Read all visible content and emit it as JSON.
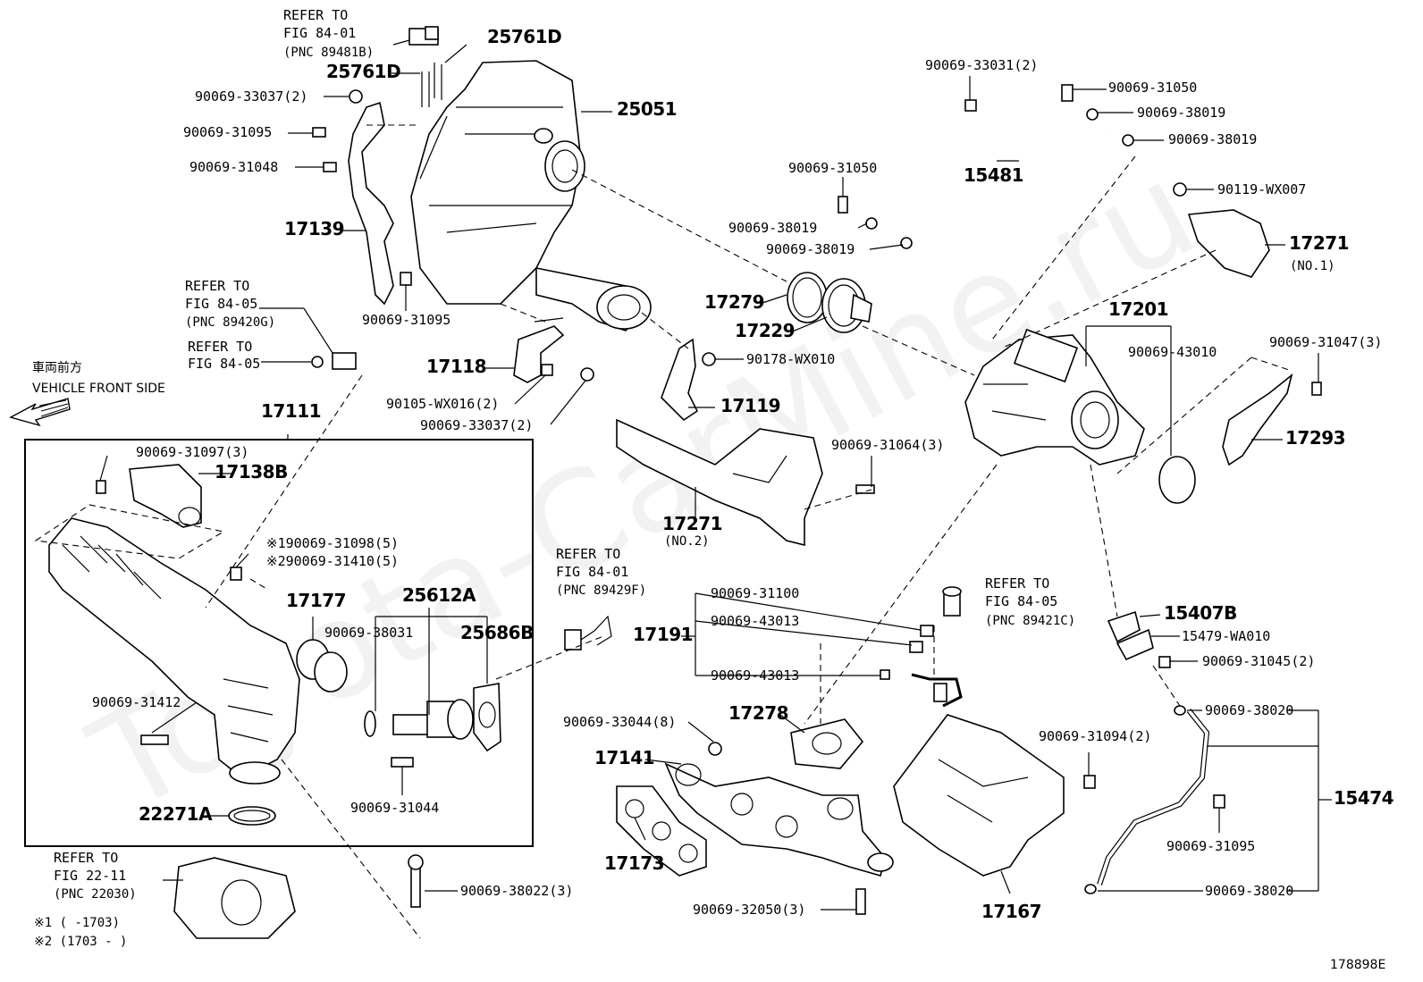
{
  "watermark": "Toyota-CarMine.ru",
  "figure_id": "178898E",
  "front_side": {
    "jp": "車両前方",
    "en": "VEHICLE FRONT SIDE"
  },
  "group_box_label": "17111",
  "refer_notes": {
    "r1": [
      "REFER TO",
      "FIG 84-01",
      "(PNC 89481B)"
    ],
    "r2": [
      "REFER TO",
      "FIG 84-05",
      "(PNC 89420G)"
    ],
    "r3": [
      "REFER TO",
      "FIG 84-05"
    ],
    "r4": [
      "REFER TO",
      "FIG 84-01",
      "(PNC 89429F)"
    ],
    "r5": [
      "REFER TO",
      "FIG 84-05",
      "(PNC 89421C)"
    ],
    "r6": [
      "REFER TO",
      "FIG 22-11",
      "(PNC 22030)"
    ]
  },
  "footnotes": [
    "※1 (      -1703)",
    "※2 (1703 -      )"
  ],
  "labels": {
    "p25761D_a": "25761D",
    "p25761D_b": "25761D",
    "p25051": "25051",
    "b33037_2a": "90069-33037(2)",
    "b31095a": "90069-31095",
    "b31048": "90069-31048",
    "p17139": "17139",
    "b31095b": "90069-31095",
    "p17118": "17118",
    "b90105": "90105-WX016(2)",
    "b33037_2b": "90069-33037(2)",
    "b33031": "90069-33031(2)",
    "p15481": "15481",
    "b31050a": "90069-31050",
    "b38019a": "90069-38019",
    "b38019b": "90069-38019",
    "b31050b": "90069-31050",
    "b38019c": "90069-38019",
    "b38019d": "90069-38019",
    "b90119": "90119-WX007",
    "p17271_1": "17271",
    "p17271_1n": "(NO.1)",
    "p17279": "17279",
    "p17229": "17229",
    "b90178": "90178-WX010",
    "p17119": "17119",
    "p17201": "17201",
    "b43010": "90069-43010",
    "b31047": "90069-31047(3)",
    "p17293": "17293",
    "b31064": "90069-31064(3)",
    "p17271_2": "17271",
    "p17271_2n": "(NO.2)",
    "b31097": "90069-31097(3)",
    "p17138B": "17138B",
    "b31098": "※190069-31098(5)",
    "b31410": "※290069-31410(5)",
    "p17177": "17177",
    "p25612A": "25612A",
    "b38031": "90069-38031",
    "p25686B": "25686B",
    "b31412": "90069-31412",
    "b31044": "90069-31044",
    "p22271A": "22271A",
    "b38022": "90069-38022(3)",
    "b31100": "90069-31100",
    "b43013a": "90069-43013",
    "b43013b": "90069-43013",
    "p17191": "17191",
    "p17278": "17278",
    "b33044": "90069-33044(8)",
    "p17141": "17141",
    "p17173": "17173",
    "b32050": "90069-32050(3)",
    "p17167": "17167",
    "b31094": "90069-31094(2)",
    "p15407B": "15407B",
    "p15479": "15479-WA010",
    "b31045": "90069-31045(2)",
    "b38020a": "90069-38020",
    "p15474": "15474",
    "b31095c": "90069-31095",
    "b38020b": "90069-38020"
  }
}
